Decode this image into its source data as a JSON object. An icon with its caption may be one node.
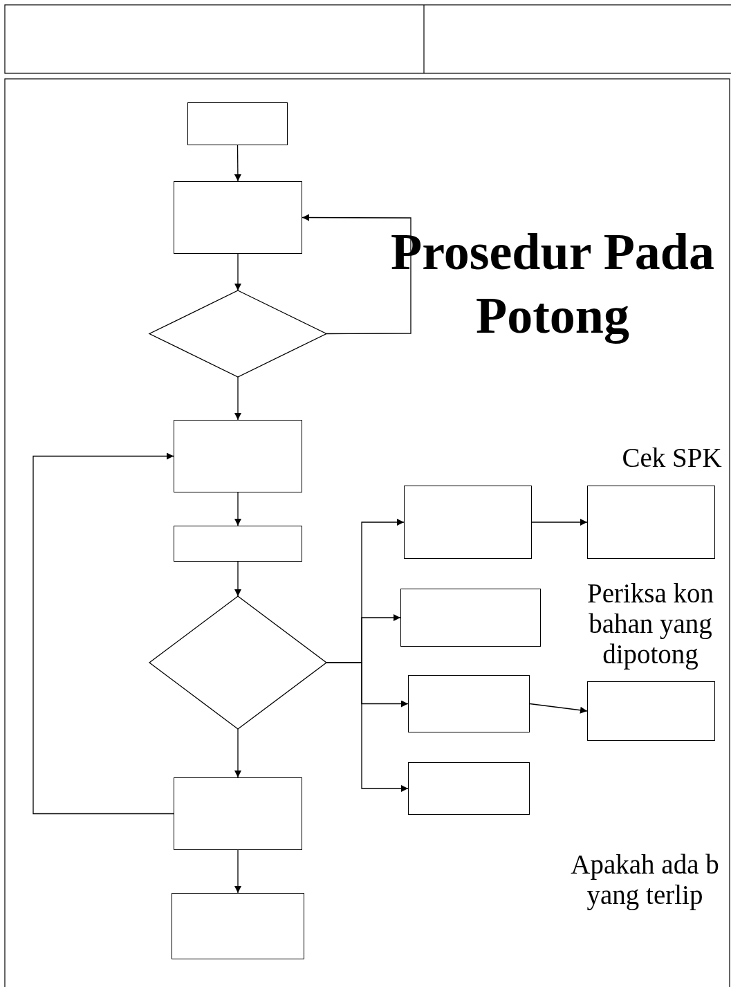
{
  "diagram": {
    "title": "Prosedur Pada Potong",
    "nodes": [
      {
        "text": [],
        "shape": "box"
      },
      {
        "text": [],
        "shape": "box"
      },
      {
        "text": [],
        "shape": "diamond"
      },
      {
        "text": [],
        "shape": "box"
      },
      {
        "text": [],
        "shape": "box"
      },
      {
        "text": [],
        "shape": "diamond"
      },
      {
        "text": [],
        "shape": "box"
      },
      {
        "text": [],
        "shape": "box"
      },
      {
        "text": [],
        "shape": "box"
      },
      {
        "text": [],
        "shape": "box"
      },
      {
        "text": [],
        "shape": "box"
      },
      {
        "text": [],
        "shape": "box"
      },
      {
        "text": [],
        "shape": "box"
      },
      {
        "text": [],
        "shape": "box"
      }
    ],
    "edges": [
      {
        "from": 0,
        "to": 1,
        "arrow": "to"
      },
      {
        "from": 1,
        "to": 2,
        "arrow": "to"
      },
      {
        "from": 2,
        "to": 1,
        "arrow": "to"
      },
      {
        "from": 2,
        "to": 3,
        "arrow": "to"
      },
      {
        "from": 3,
        "to": 4,
        "arrow": "to"
      },
      {
        "from": 4,
        "to": 5,
        "arrow": "to"
      },
      {
        "from": 5,
        "to": 6,
        "arrow": "to"
      },
      {
        "from": 5,
        "to": 8,
        "arrow": "to"
      },
      {
        "from": 5,
        "to": 9,
        "arrow": "to"
      },
      {
        "from": 5,
        "to": 11,
        "arrow": "to"
      },
      {
        "from": 6,
        "to": 7,
        "arrow": "to"
      },
      {
        "from": 9,
        "to": 10,
        "arrow": "to"
      },
      {
        "from": 5,
        "to": 12,
        "arrow": "to"
      },
      {
        "from": 12,
        "to": 3,
        "arrow": "to"
      },
      {
        "from": 12,
        "to": 13,
        "arrow": "to"
      }
    ],
    "labels": [
      "Cek SPK",
      "Periksa kon bahan yang dipotong",
      "Apakah ada b yang terlip"
    ]
  }
}
